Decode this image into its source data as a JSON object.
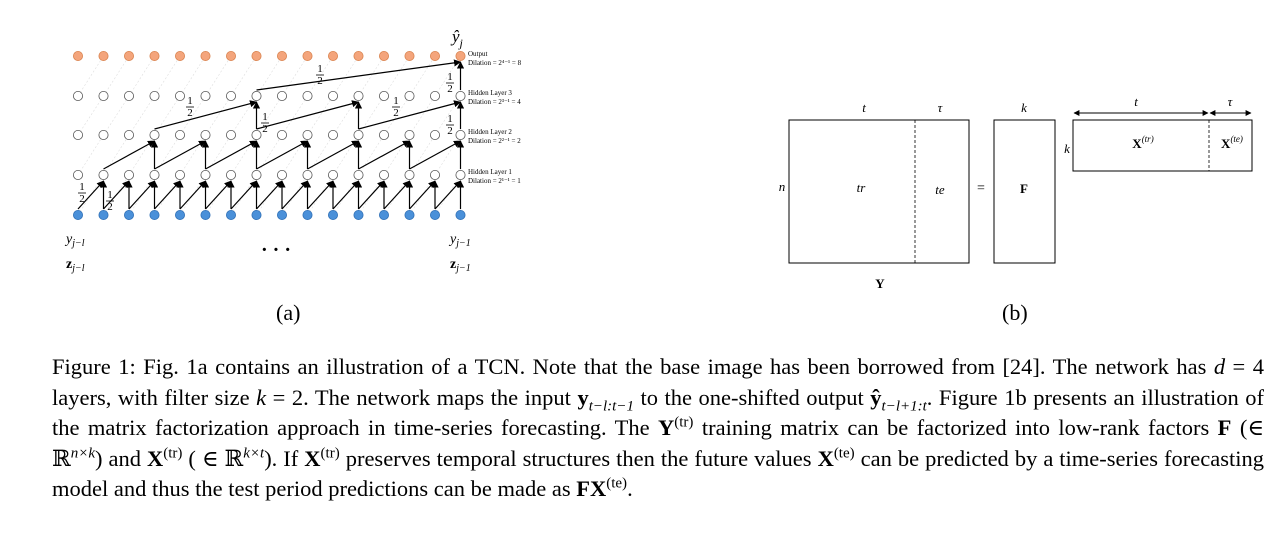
{
  "figure_a": {
    "output_label": "ŷ",
    "output_sub": "j",
    "layers": [
      {
        "name": "Output",
        "dilation": "Dilation = 2⁴⁻¹ = 8"
      },
      {
        "name": "Hidden Layer 3",
        "dilation": "Dilation = 2³⁻¹ = 4"
      },
      {
        "name": "Hidden Layer 2",
        "dilation": "Dilation = 2²⁻¹ = 2"
      },
      {
        "name": "Hidden Layer 1",
        "dilation": "Dilation = 2¹⁻¹ = 1"
      }
    ],
    "half": "1",
    "half_den": "2",
    "y_left": "y",
    "y_left_sub": "j−l",
    "y_right": "y",
    "y_right_sub": "j−1",
    "z_left": "z",
    "z_left_sub": "j−l",
    "z_right": "z",
    "z_right_sub": "j−1",
    "ellipsis": "· · ·",
    "sublabel": "(a)",
    "colors": {
      "output": "#f4a57c",
      "input": "#4a90d9",
      "hidden": "#ffffff"
    }
  },
  "figure_b": {
    "t": "t",
    "tau": "τ",
    "k": "k",
    "n": "n",
    "tr": "tr",
    "te": "te",
    "eq": "=",
    "F": "F",
    "Y": "Y",
    "k_side": "k",
    "X": "X",
    "X_tr_sup": "(tr)",
    "X_te_sup": "(te)",
    "sublabel": "(b)"
  },
  "caption": {
    "p1": "Figure 1: Fig. 1a contains an illustration of a TCN. Note that the base image has been borrowed from [24]. The network has ",
    "d": "d",
    "p2": " = 4 layers, with filter size ",
    "k": "k",
    "p3": " = 2. The network maps the input ",
    "y": "y",
    "y_sub": "t−l:t−1",
    "p4": " to the one-shifted output ",
    "yhat": "ŷ",
    "yhat_sub": "t−l+1:t",
    "p5": ". Figure 1b presents an illustration of the matrix factorization approach in time-series forecasting. The ",
    "Y": "Y",
    "sup_tr": "(tr)",
    "p6": " training matrix can be factorized into low-rank factors ",
    "F": "F",
    "p7": " (∈ ℝ",
    "sup_nk": "n×k",
    "p8": ") and ",
    "X": "X",
    "p9": " ( ∈ ℝ",
    "sup_kt": "k×t",
    "p10": "). If ",
    "p11": " preserves temporal structures then the future values ",
    "sup_te": "(te)",
    "p12": " can be predicted by a time-series forecasting model and thus the test period predictions can be made as ",
    "FX": "FX",
    "p13": "."
  }
}
